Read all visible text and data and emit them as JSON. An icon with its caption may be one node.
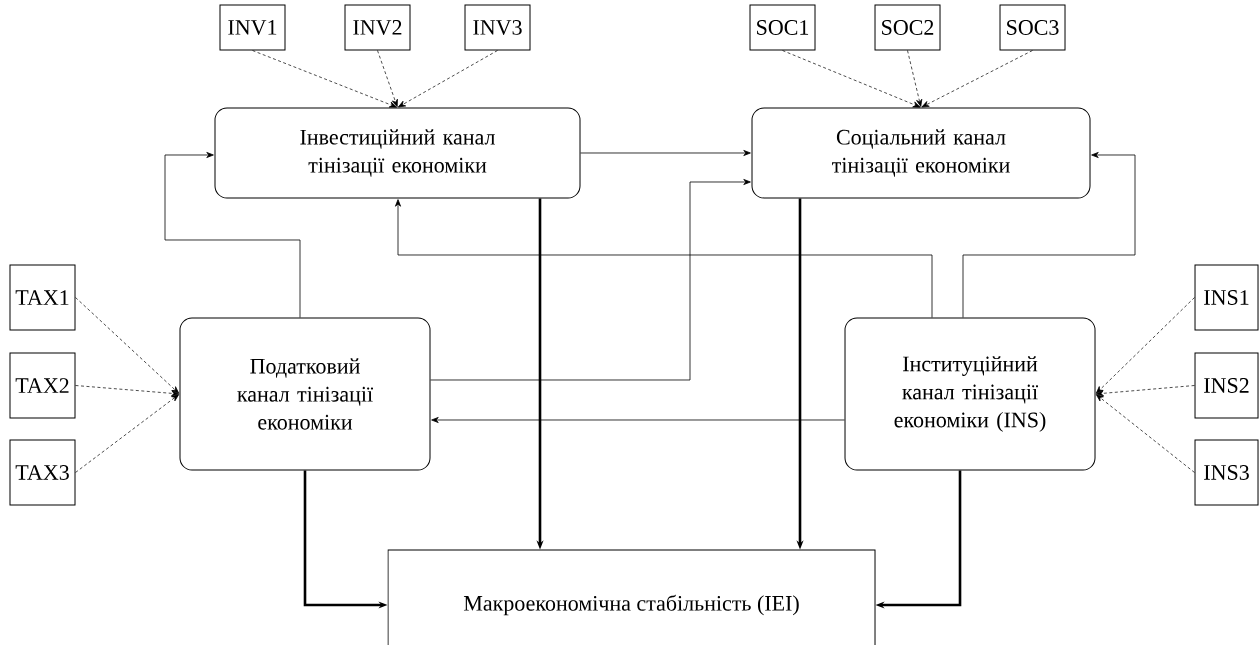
{
  "diagram": {
    "nodes": [
      {
        "text": [
          "INV1"
        ]
      },
      {
        "text": [
          "INV2"
        ]
      },
      {
        "text": [
          "INV3"
        ]
      },
      {
        "text": [
          "SOC1"
        ]
      },
      {
        "text": [
          "SOC2"
        ]
      },
      {
        "text": [
          "SOC3"
        ]
      },
      {
        "text": [
          "Інвестиційний канал тінізації економіки"
        ]
      },
      {
        "text": [
          "Соціальний канал тінізації економіки"
        ]
      },
      {
        "text": [
          "TAX1"
        ]
      },
      {
        "text": [
          "TAX2"
        ]
      },
      {
        "text": [
          "TAX3"
        ]
      },
      {
        "text": [
          "Податковий канал тінізації економіки"
        ]
      },
      {
        "text": [
          "Інституційний канал тінізації економіки (INS)"
        ]
      },
      {
        "text": [
          "INS1"
        ]
      },
      {
        "text": [
          "INS2"
        ]
      },
      {
        "text": [
          "INS3"
        ]
      },
      {
        "text": [
          "Макроекономічна стабільність (IEI)"
        ]
      }
    ],
    "edges": [
      {
        "from": 0,
        "to": 6,
        "arrow": "to",
        "style": "dashed"
      },
      {
        "from": 1,
        "to": 6,
        "arrow": "to",
        "style": "dashed"
      },
      {
        "from": 2,
        "to": 6,
        "arrow": "to",
        "style": "dashed"
      },
      {
        "from": 3,
        "to": 7,
        "arrow": "to",
        "style": "dashed"
      },
      {
        "from": 4,
        "to": 7,
        "arrow": "to",
        "style": "dashed"
      },
      {
        "from": 5,
        "to": 7,
        "arrow": "to",
        "style": "dashed"
      },
      {
        "from": 8,
        "to": 11,
        "arrow": "to",
        "style": "dashed"
      },
      {
        "from": 9,
        "to": 11,
        "arrow": "to",
        "style": "dashed"
      },
      {
        "from": 10,
        "to": 11,
        "arrow": "to",
        "style": "dashed"
      },
      {
        "from": 13,
        "to": 12,
        "arrow": "to",
        "style": "dashed"
      },
      {
        "from": 14,
        "to": 12,
        "arrow": "to",
        "style": "dashed"
      },
      {
        "from": 15,
        "to": 12,
        "arrow": "to",
        "style": "dashed"
      },
      {
        "from": 6,
        "to": 7,
        "arrow": "to"
      },
      {
        "from": 11,
        "to": 6,
        "arrow": "to"
      },
      {
        "from": 11,
        "to": 7,
        "arrow": "to"
      },
      {
        "from": 12,
        "to": 6,
        "arrow": "to"
      },
      {
        "from": 12,
        "to": 7,
        "arrow": "to"
      },
      {
        "from": 12,
        "to": 11,
        "arrow": "to"
      },
      {
        "from": 6,
        "to": 16,
        "arrow": "to",
        "style": "thick"
      },
      {
        "from": 7,
        "to": 16,
        "arrow": "to",
        "style": "thick"
      },
      {
        "from": 11,
        "to": 16,
        "arrow": "to",
        "style": "thick"
      },
      {
        "from": 12,
        "to": 16,
        "arrow": "to",
        "style": "thick"
      }
    ]
  }
}
